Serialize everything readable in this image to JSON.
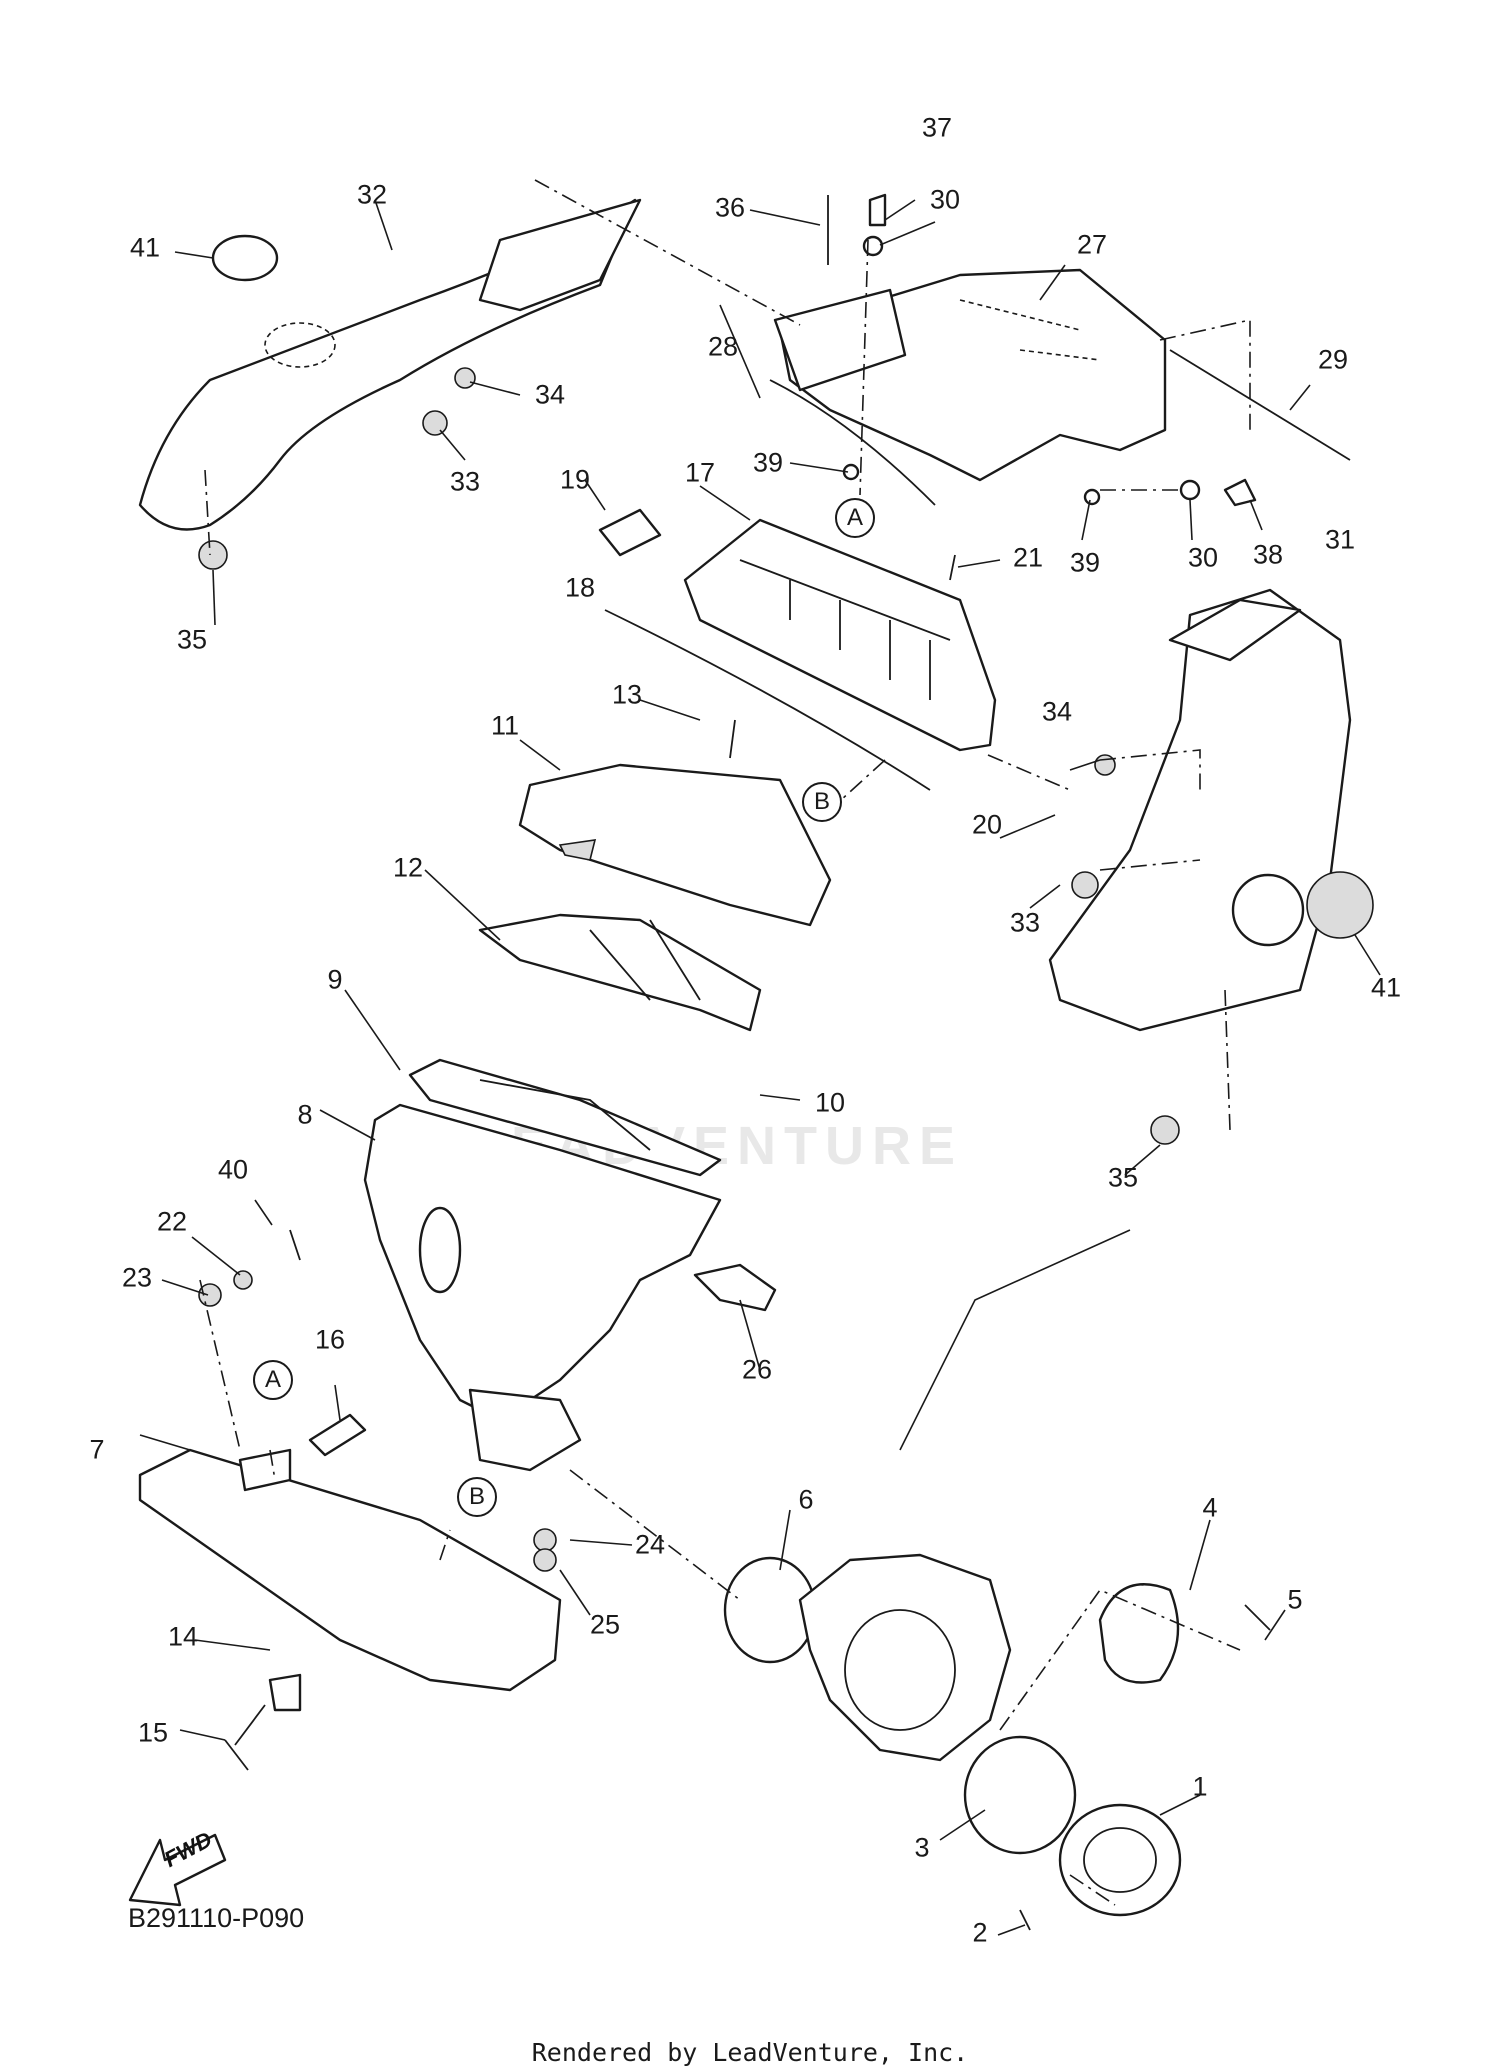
{
  "diagram": {
    "code": "B291110-P090",
    "credit": "Rendered by LeadVenture, Inc.",
    "watermark": "LEADVENTURE",
    "fwd_label": "FWD",
    "callouts": [
      "1",
      "2",
      "3",
      "4",
      "5",
      "6",
      "7",
      "8",
      "9",
      "10",
      "11",
      "12",
      "13",
      "14",
      "15",
      "16",
      "17",
      "18",
      "19",
      "20",
      "21",
      "22",
      "23",
      "24",
      "25",
      "26",
      "27",
      "28",
      "29",
      "30",
      "30",
      "31",
      "32",
      "33",
      "33",
      "34",
      "34",
      "35",
      "35",
      "36",
      "37",
      "38",
      "39",
      "39",
      "40",
      "41",
      "41"
    ],
    "refs": [
      "A",
      "A",
      "B",
      "B"
    ]
  }
}
